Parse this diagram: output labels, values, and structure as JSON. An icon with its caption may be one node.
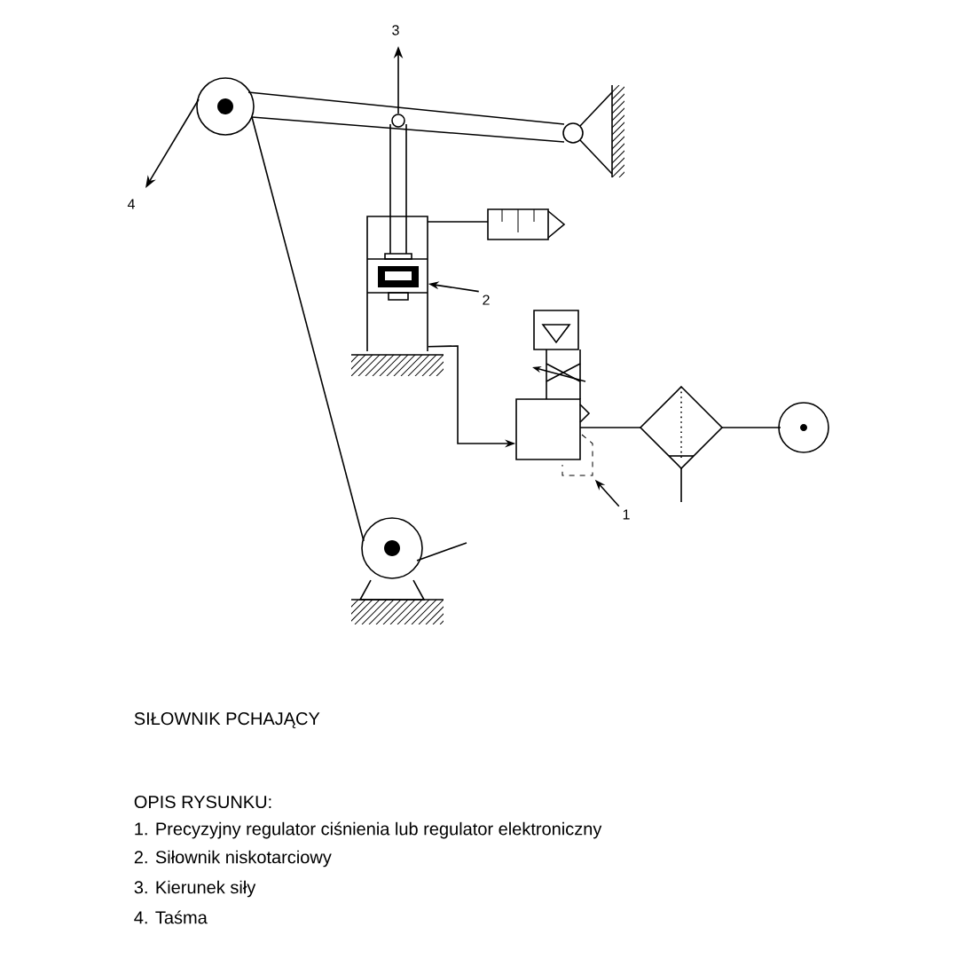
{
  "diagram": {
    "title": "SIŁOWNIK PCHAJĄCY",
    "nodes": [
      {
        "text": [
          "1"
        ]
      },
      {
        "text": [
          "2"
        ]
      },
      {
        "text": [],
        "shape": "picture"
      },
      {
        "text": [],
        "shape": "picture"
      }
    ],
    "edges": [
      {
        "from": 0,
        "to": 2,
        "arrow": "to"
      },
      {
        "from": 1,
        "to": 3,
        "arrow": "to"
      },
      {
        "from": 3,
        "to": 2,
        "arrow": "to"
      }
    ],
    "labels": [
      "3",
      "4",
      "OPIS RYSUNKU:",
      "1. Precyzyjny regulator ciśnienia lub regulator elektroniczny",
      "2. Siłownik niskotarciowy",
      "3. Kierunek siły",
      "4. Taśma"
    ]
  }
}
